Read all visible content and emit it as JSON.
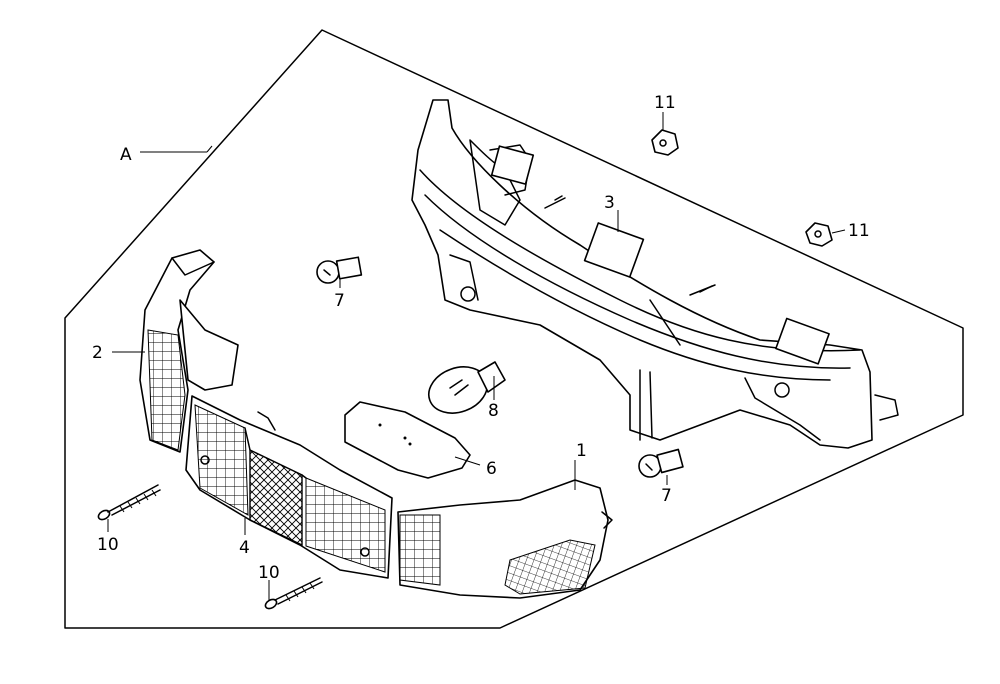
{
  "labels": {
    "assembly": "A",
    "p1": "1",
    "p2": "2",
    "p3": "3",
    "p4": "4",
    "p6": "6",
    "p7a": "7",
    "p7b": "7",
    "p8": "8",
    "p10a": "10",
    "p10b": "10",
    "p11a": "11",
    "p11b": "11"
  }
}
